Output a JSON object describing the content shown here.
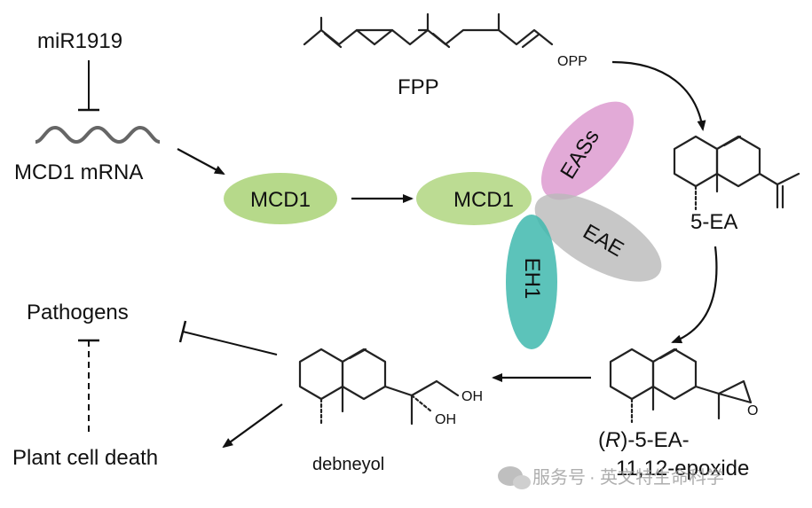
{
  "labels": {
    "mir": "miR1919",
    "mrna": "MCD1 mRNA",
    "fpp": "FPP",
    "opp": "OPP",
    "mcd1_left": "MCD1",
    "mcd1_center": "MCD1",
    "eass": "EASs",
    "eae": "EAE",
    "eh1": "EH1",
    "ea5": "5-EA",
    "epoxide_r": "R",
    "epoxide_line1_prefix": "(",
    "epoxide_line1_suffix": ")-5-EA-",
    "epoxide_line2": "11,12-epoxide",
    "pathogens": "Pathogens",
    "cell_death": "Plant cell death",
    "debneyol": "debneyol",
    "oh1": "OH",
    "oh2": "OH",
    "o_epox": "O"
  },
  "watermark": {
    "service": "服务号",
    "separator": "·",
    "name": "英文特生命科学"
  },
  "colors": {
    "mcd1": "#b6d98a",
    "eass": "#d88ec9",
    "eae": "#b9b9b9",
    "eh1": "#3fb8ae"
  }
}
